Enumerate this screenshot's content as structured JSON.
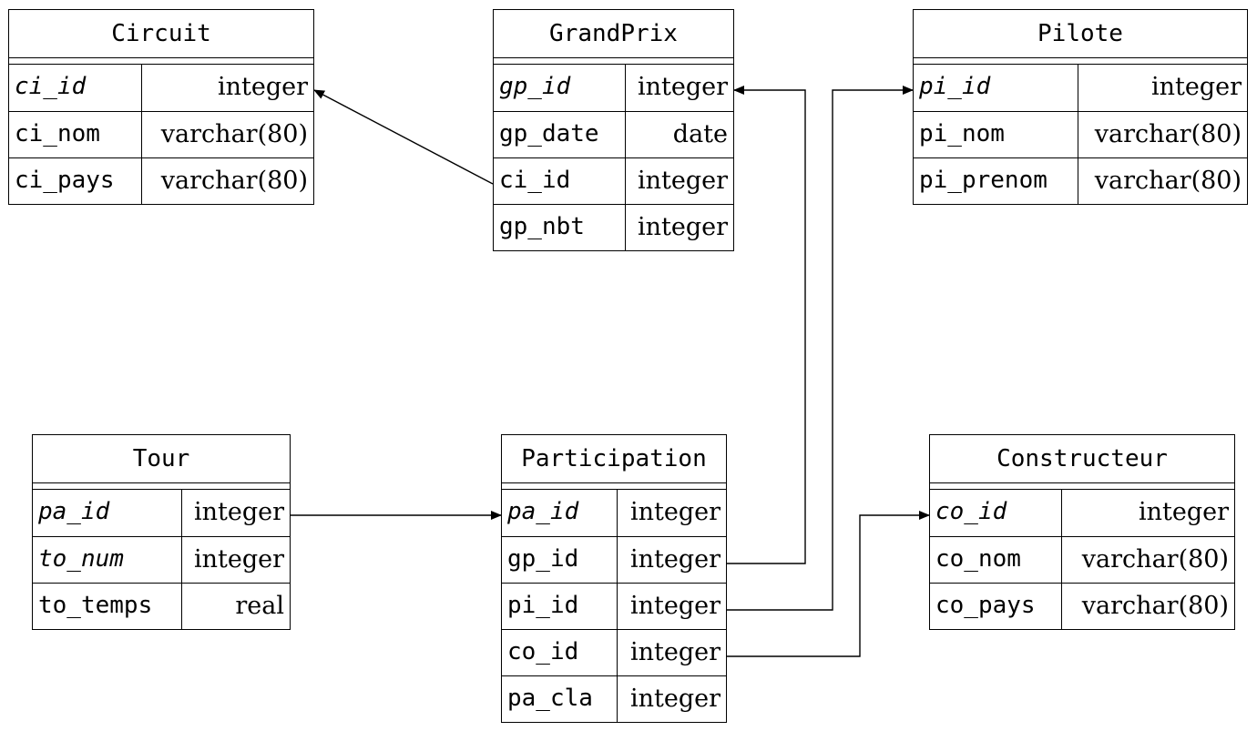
{
  "entities": {
    "circuit": {
      "title": "Circuit",
      "rows": [
        {
          "name": "ci_id",
          "type": "integer",
          "pk": true
        },
        {
          "name": "ci_nom",
          "type": "varchar(80)",
          "pk": false
        },
        {
          "name": "ci_pays",
          "type": "varchar(80)",
          "pk": false
        }
      ]
    },
    "grandprix": {
      "title": "GrandPrix",
      "rows": [
        {
          "name": "gp_id",
          "type": "integer",
          "pk": true
        },
        {
          "name": "gp_date",
          "type": "date",
          "pk": false
        },
        {
          "name": "ci_id",
          "type": "integer",
          "pk": false
        },
        {
          "name": "gp_nbt",
          "type": "integer",
          "pk": false
        }
      ]
    },
    "pilote": {
      "title": "Pilote",
      "rows": [
        {
          "name": "pi_id",
          "type": "integer",
          "pk": true
        },
        {
          "name": "pi_nom",
          "type": "varchar(80)",
          "pk": false
        },
        {
          "name": "pi_prenom",
          "type": "varchar(80)",
          "pk": false
        }
      ]
    },
    "tour": {
      "title": "Tour",
      "rows": [
        {
          "name": "pa_id",
          "type": "integer",
          "pk": true
        },
        {
          "name": "to_num",
          "type": "integer",
          "pk": true
        },
        {
          "name": "to_temps",
          "type": "real",
          "pk": false
        }
      ]
    },
    "participation": {
      "title": "Participation",
      "rows": [
        {
          "name": "pa_id",
          "type": "integer",
          "pk": true
        },
        {
          "name": "gp_id",
          "type": "integer",
          "pk": false
        },
        {
          "name": "pi_id",
          "type": "integer",
          "pk": false
        },
        {
          "name": "co_id",
          "type": "integer",
          "pk": false
        },
        {
          "name": "pa_cla",
          "type": "integer",
          "pk": false
        }
      ]
    },
    "constructeur": {
      "title": "Constructeur",
      "rows": [
        {
          "name": "co_id",
          "type": "integer",
          "pk": true
        },
        {
          "name": "co_nom",
          "type": "varchar(80)",
          "pk": false
        },
        {
          "name": "co_pays",
          "type": "varchar(80)",
          "pk": false
        }
      ]
    }
  },
  "relations": [
    {
      "from": "grandprix.ci_id",
      "to": "circuit.ci_id"
    },
    {
      "from": "participation.gp_id",
      "to": "grandprix.gp_id"
    },
    {
      "from": "participation.pi_id",
      "to": "pilote.pi_id"
    },
    {
      "from": "participation.co_id",
      "to": "constructeur.co_id"
    },
    {
      "from": "tour.pa_id",
      "to": "participation.pa_id"
    }
  ]
}
